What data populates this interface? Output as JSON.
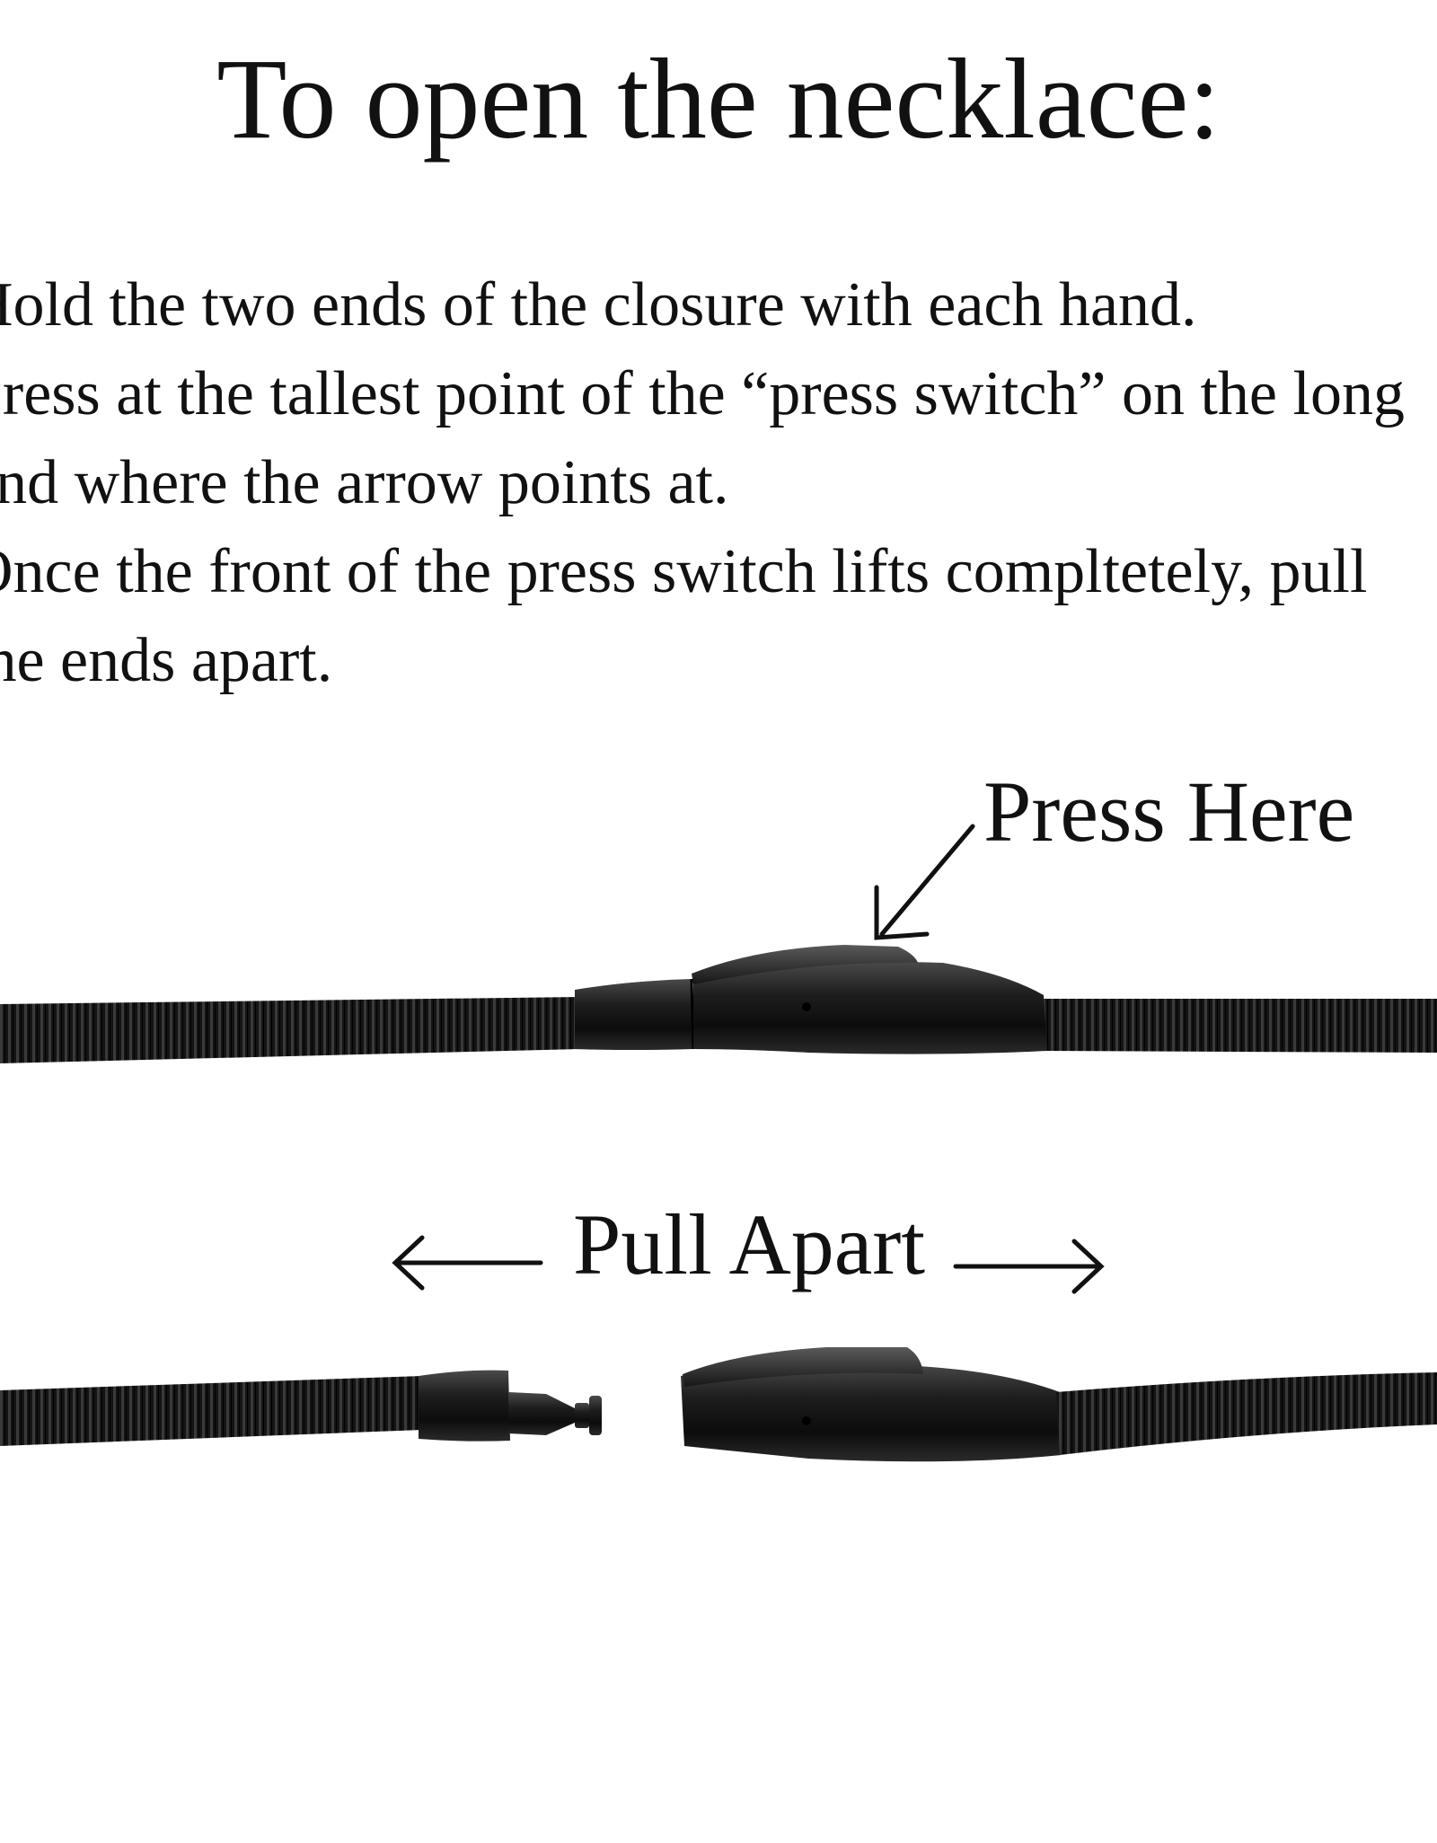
{
  "title": "To open the necklace:",
  "instructions": [
    "Hold the two ends of the closure with each hand.",
    "Press at the tallest point of the “press switch” on the long",
    "end where the arrow points at.",
    "Once the front of the press switch lifts compltetely, pull",
    "the ends apart."
  ],
  "labels": {
    "press_here": "Press Here",
    "pull_apart": "Pull Apart"
  },
  "colors": {
    "background": "#ffffff",
    "text": "#111111",
    "chain": "#141414",
    "clasp": "#1c1c1c"
  },
  "icons": {
    "press_arrow": "arrow-down-left-icon",
    "pull_left": "arrow-left-icon",
    "pull_right": "arrow-right-icon"
  }
}
